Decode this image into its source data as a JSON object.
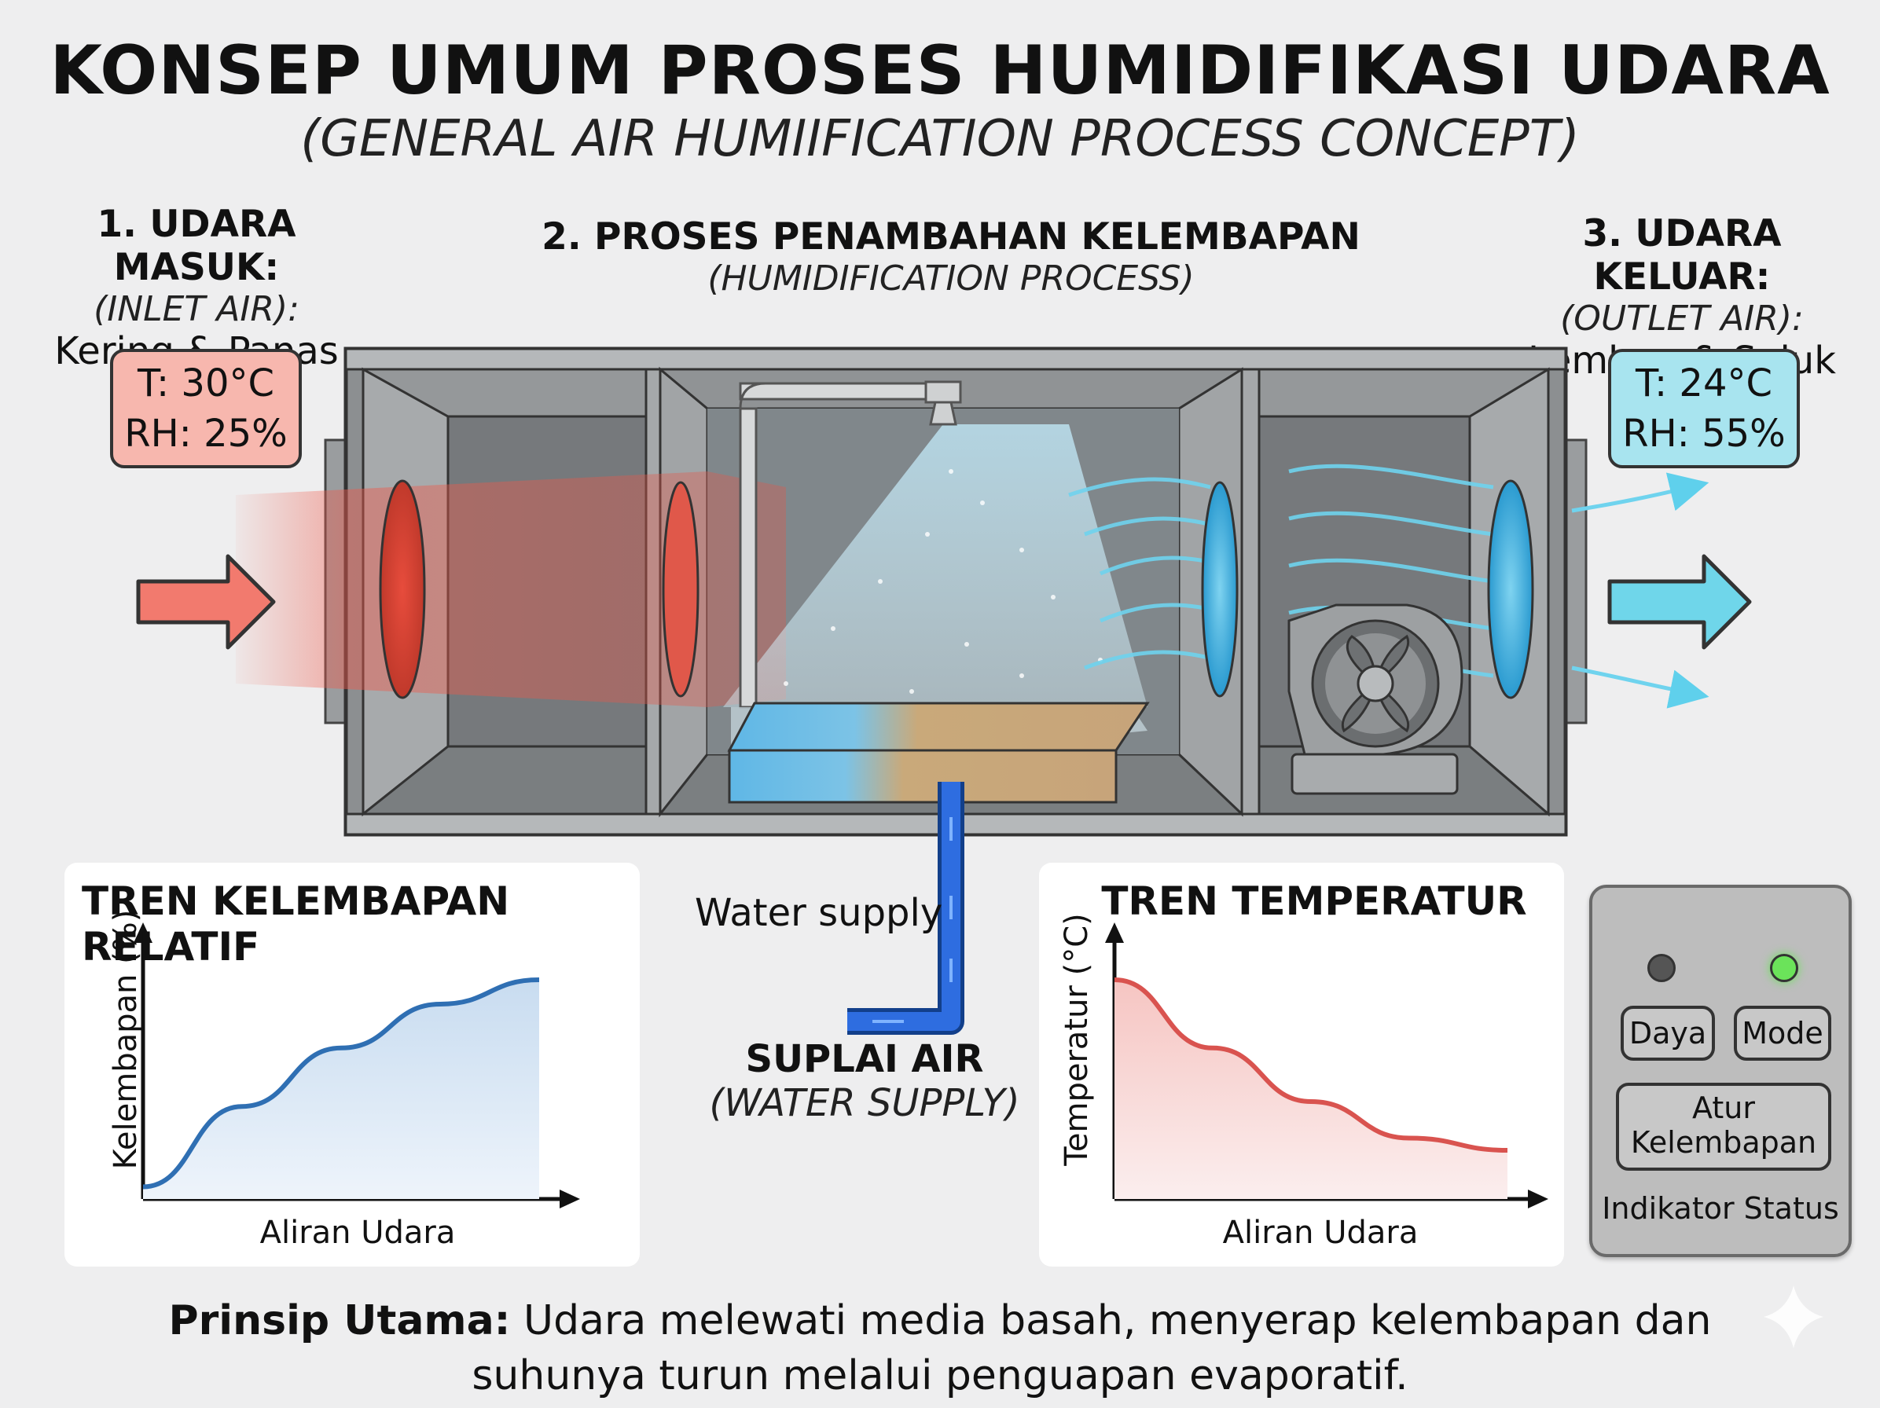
{
  "title": "KONSEP UMUM PROSES HUMIDIFIKASI UDARA",
  "subtitle": "(GENERAL AIR HUMIIFICATION PROCESS CONCEPT)",
  "inlet": {
    "heading": "1. UDARA MASUK:",
    "sub": "(INLET AIR):",
    "desc": "Kering & Panas",
    "temp": "T: 30°C",
    "rh": "RH: 25%",
    "color": "#f7b7ae"
  },
  "process": {
    "heading": "2. PROSES PENAMBAHAN KELEMBAPAN",
    "sub": "(HUMIDIFICATION PROCESS)"
  },
  "outlet": {
    "heading": "3. UDARA KELUAR:",
    "sub": "(OUTLET AIR):",
    "desc": "Lembap & Sejuk",
    "temp": "T: 24°C",
    "rh": "RH: 55%",
    "color": "#a8e4ef"
  },
  "water": {
    "label": "Water supply",
    "heading": "SUPLAI AIR",
    "sub": "(WATER SUPPLY)"
  },
  "chart_data": [
    {
      "type": "area",
      "title": "TREN KELEMBAPAN RELATIF",
      "xlabel": "Aliran Udara",
      "ylabel": "Kelembapan (%)",
      "x": [
        0,
        0.25,
        0.5,
        0.75,
        1.0
      ],
      "values": [
        0.05,
        0.38,
        0.62,
        0.8,
        0.9
      ],
      "color": "#2f6fb3"
    },
    {
      "type": "area",
      "title": "TREN TEMPERATUR",
      "xlabel": "Aliran Udara",
      "ylabel": "Temperatur (°C)",
      "x": [
        0,
        0.25,
        0.5,
        0.75,
        1.0
      ],
      "values": [
        0.9,
        0.62,
        0.4,
        0.25,
        0.2
      ],
      "color": "#d9534f"
    }
  ],
  "panel": {
    "power_label": "Daya",
    "mode_label": "Mode",
    "adjust_label_1": "Atur",
    "adjust_label_2": "Kelembapan",
    "status_label": "Indikator Status",
    "power_led_color": "#555555",
    "mode_led_color": "#6be35a"
  },
  "footer": {
    "bold": "Prinsip Utama:",
    "line1": " Udara melewati media basah, menyerap kelembapan dan",
    "line2": "suhunya turun melalui penguapan evaporatif."
  },
  "icons": [
    "inlet-arrow-icon",
    "outlet-arrow-icon",
    "fan-icon",
    "spray-nozzle-icon",
    "sparkle-icon"
  ]
}
